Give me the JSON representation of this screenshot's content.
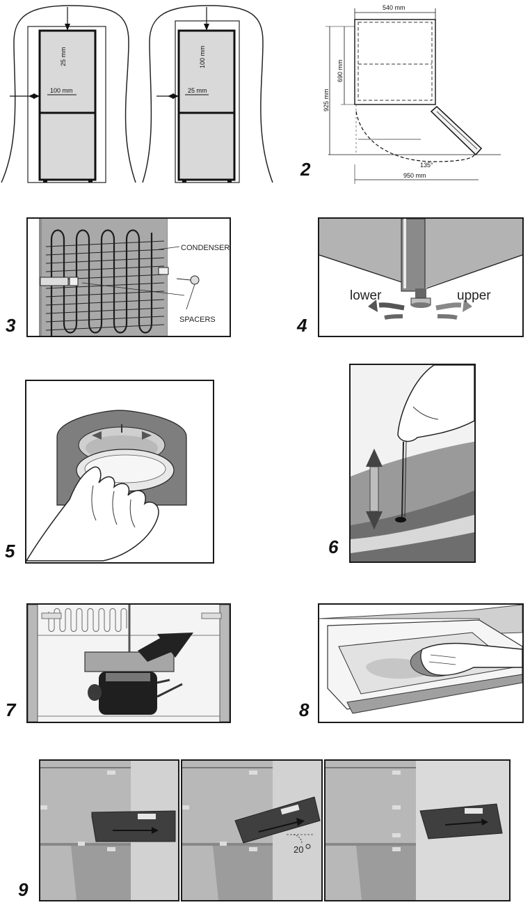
{
  "figure_numbers": [
    "2",
    "3",
    "4",
    "5",
    "6",
    "7",
    "8",
    "9"
  ],
  "fig1": {
    "left": {
      "top_gap": "25 mm",
      "side_gap": "100 mm"
    },
    "right": {
      "top_gap": "100 mm",
      "side_gap": "25 mm"
    }
  },
  "fig2": {
    "width": "540 mm",
    "height_total": "925 mm",
    "height_upper": "690 mm",
    "angle": "135°",
    "depth_open": "950 mm"
  },
  "fig3": {
    "condenser_label": "CONDENSER",
    "spacers_label": "SPACERS"
  },
  "fig4": {
    "lower_label": "lower",
    "upper_label": "upper"
  },
  "fig9": {
    "angle_label": "20"
  },
  "colors": {
    "ink": "#1a1a1a",
    "wall": "#9a9a9a",
    "light_grey": "#c8c8c8",
    "mid_grey": "#7a7a7a",
    "dark": "#2b2b2b"
  }
}
